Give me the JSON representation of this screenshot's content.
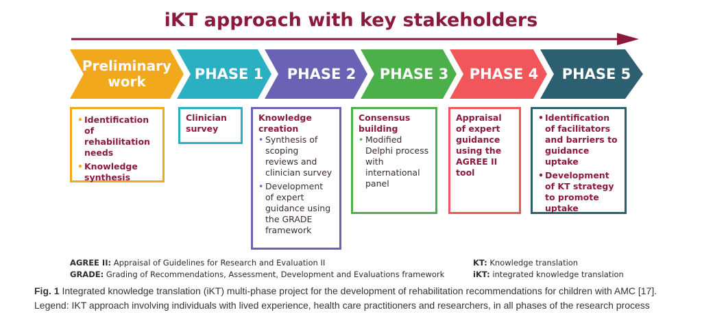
{
  "title": "iKT approach with key stakeholders",
  "colors": {
    "title": "#8b1a3a",
    "preliminary": "#f2a81d",
    "phase1": "#2ab0c0",
    "phase2": "#6a63b5",
    "phase3": "#4bb04a",
    "phase4": "#f0565a",
    "phase5": "#2c6070"
  },
  "phases": [
    {
      "label": "Preliminary\nwork"
    },
    {
      "label": "PHASE 1"
    },
    {
      "label": "PHASE 2"
    },
    {
      "label": "PHASE 3"
    },
    {
      "label": "PHASE 4"
    },
    {
      "label": "PHASE 5"
    }
  ],
  "boxes": {
    "preliminary": {
      "items": [
        "Identification of rehabilitation needs",
        "Knowledge synthesis"
      ]
    },
    "phase1": {
      "heading": "Clinician survey"
    },
    "phase2": {
      "heading": "Knowledge creation",
      "items": [
        "Synthesis of scoping reviews and clinician survey",
        "Development of expert guidance using the GRADE framework"
      ]
    },
    "phase3": {
      "heading": "Consensus building",
      "items": [
        "Modified Delphi process with international panel"
      ]
    },
    "phase4": {
      "heading": "Appraisal of expert guidance using the AGREE II tool"
    },
    "phase5": {
      "items": [
        "Identification of facilitators and barriers to guidance uptake",
        "Development of KT strategy to promote uptake"
      ]
    }
  },
  "abbreviations": [
    {
      "term": "AGREE II:",
      "definition": "Appraisal of Guidelines for Research and Evaluation II"
    },
    {
      "term": "GRADE:",
      "definition": "Grading of Recommendations, Assessment, Development and Evaluations framework"
    },
    {
      "term": "KT:",
      "definition": "Knowledge translation"
    },
    {
      "term": "iKT:",
      "definition": "integrated knowledge translation"
    }
  ],
  "caption": {
    "label": "Fig. 1",
    "text": "Integrated knowledge translation (iKT) multi-phase project for the development of rehabilitation recommendations for children with AMC [17]. Legend: IKT approach involving individuals with lived experience, health care practitioners and researchers, in all phases of the research process"
  }
}
